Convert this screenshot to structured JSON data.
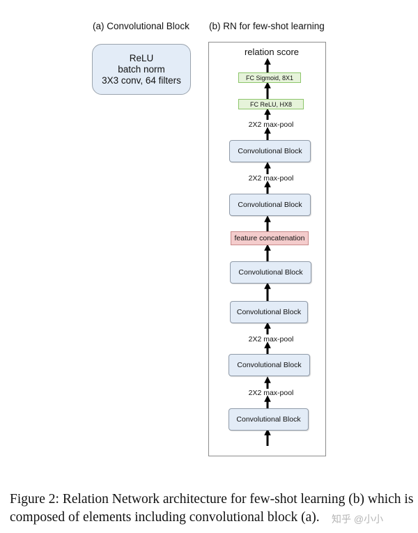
{
  "panel_a": {
    "title": "(a) Convolutional Block",
    "block": {
      "line1": "ReLU",
      "line2": "batch norm",
      "line3": "3X3 conv, 64 filters"
    }
  },
  "panel_b": {
    "title": "(b) RN for few-shot learning",
    "top_label": "relation score",
    "fc2": "FC Sigmoid,  8X1",
    "fc1": "FC ReLU,  HX8",
    "pool_top": "2X2 max-pool",
    "conv_block_6": "Convolutional Block",
    "pool_mid": "2X2 max-pool",
    "conv_block_5": "Convolutional Block",
    "concat": "feature concatenation",
    "conv_block_4": "Convolutional Block",
    "conv_block_3": "Convolutional Block",
    "pool_low": "2X2 max-pool",
    "conv_block_2": "Convolutional Block",
    "pool_bottom": "2X2 max-pool",
    "conv_block_1": "Convolutional Block"
  },
  "caption": {
    "prefix": "Figure 2:",
    "text": "Relation Network architecture for few-shot learning (b) which is composed of elements including convolutional block (a)."
  },
  "watermark": "知乎 @小小"
}
